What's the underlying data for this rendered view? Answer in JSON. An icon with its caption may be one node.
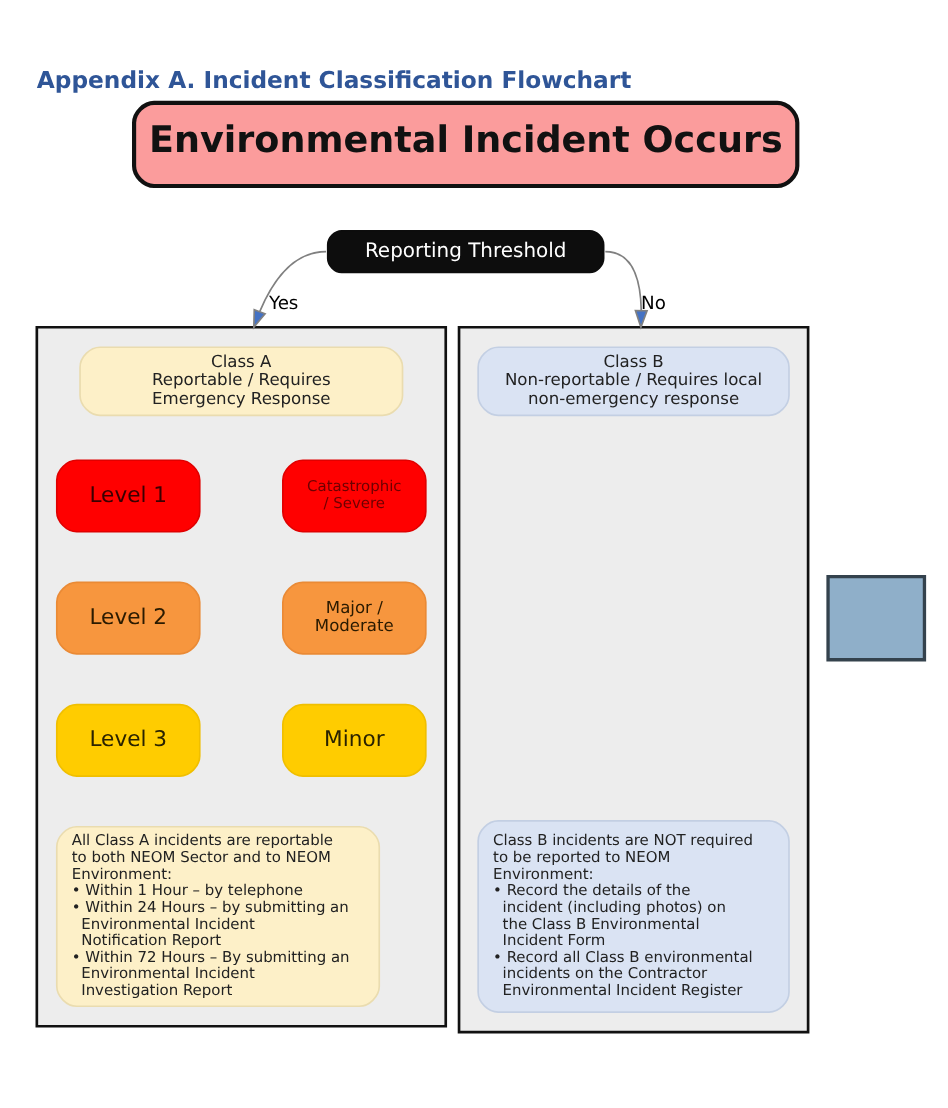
{
  "diagram": {
    "title": "Appendix A. Incident Classification Flowchart",
    "nodes": [
      {
        "text": [
          "Environmental Incident Occurs"
        ]
      },
      {
        "text": [
          "Reporting Threshold"
        ]
      },
      {
        "text": [],
        "shape": "box"
      },
      {
        "text": [
          "Class A",
          "Reportable / Requires Emergency Response"
        ],
        "in": 2
      },
      {
        "text": [
          "Level 1"
        ],
        "in": 2
      },
      {
        "text": [
          "Catastrophic / Severe"
        ],
        "in": 2
      },
      {
        "text": [
          "Level 2"
        ],
        "in": 2
      },
      {
        "text": [
          "Major / Moderate"
        ],
        "in": 2
      },
      {
        "text": [
          "Level 3"
        ],
        "in": 2
      },
      {
        "text": [
          "Minor"
        ],
        "in": 2
      },
      {
        "text": [
          "All Class A incidents are reportable to both NEOM Sector and to NEOM Environment:",
          "• Within 1 Hour – by telephone",
          "• Within 24 Hours – by submitting an Environmental Incident Notification Report",
          "• Within 72 Hours – By submitting an Environmental Incident Investigation Report"
        ],
        "in": 2
      },
      {
        "text": [],
        "shape": "box"
      },
      {
        "text": [
          "Class B",
          "Non-reportable / Requires local non-emergency response"
        ],
        "in": 11
      },
      {
        "text": [],
        "shape": "box"
      },
      {
        "text": [
          "Class B incidents are NOT required to be reported to NEOM Environment:",
          "• Record the details of the incident (including photos) on the Class B Environmental Incident Form",
          "• Record all Class B environmental incidents on the Contractor Environmental Incident Register"
        ],
        "in": 11
      }
    ],
    "edges": [
      {
        "from": 1,
        "to": 2,
        "arrow": "to",
        "label": "Yes"
      },
      {
        "from": 1,
        "to": 11,
        "arrow": "to",
        "label": "No"
      }
    ]
  }
}
